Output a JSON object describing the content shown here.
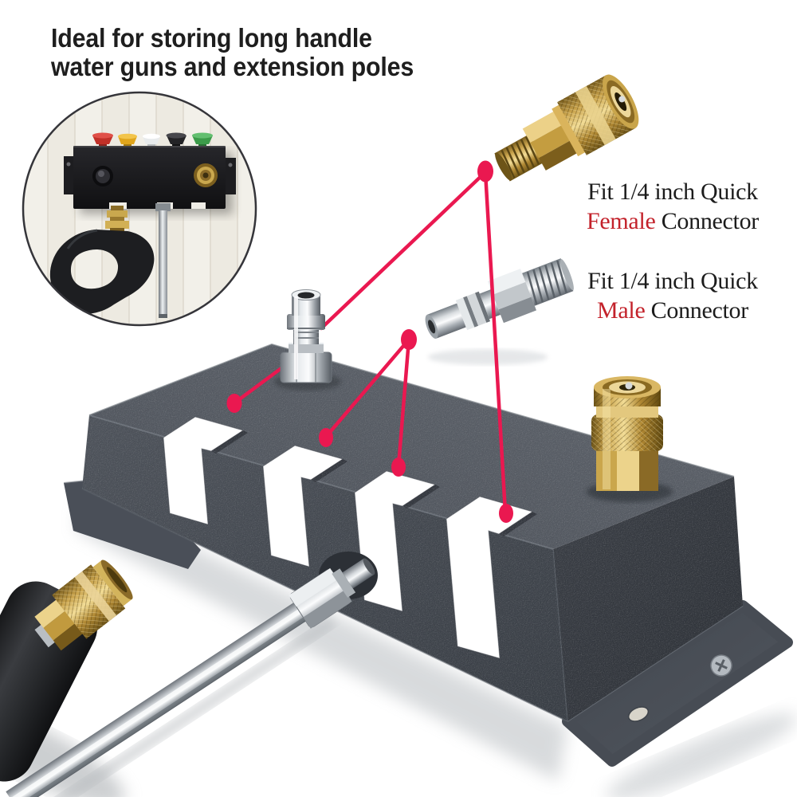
{
  "page": {
    "type": "product-image",
    "background": "#ffffff"
  },
  "headline": {
    "line1": "Ideal for storing long handle",
    "line2": "water guns and extension poles"
  },
  "captions": {
    "female": {
      "line1": "Fit 1/4 inch Quick",
      "highlight": "Female",
      "rest": " Connector"
    },
    "male": {
      "line1": "Fit 1/4 inch Quick",
      "highlight": "Male",
      "rest": " Connector"
    },
    "highlight_color": "#c3222b",
    "text_color": "#1c1c1c"
  },
  "annotations": {
    "color": "#ea1850",
    "style": "callout-lines-with-dots",
    "line_count": 5,
    "dot_count": 6
  },
  "figures": {
    "inset_photo": "wall-mounted-holder-with-spray-gun-photo",
    "top_connector": "brass-female-quick-connector",
    "middle_connector": "steel-male-quick-connector",
    "bracket": "dark-gray-storage-bracket-with-4-slots",
    "bracket_top_items": [
      "steel-male-plug",
      "brass-female-coupler"
    ],
    "bottom_items": [
      "spray-gun-grip-with-brass-coupler",
      "stainless-extension-wand"
    ],
    "nozzle_colors": [
      "#c03028",
      "#e0a51c",
      "#eceff0",
      "#232326",
      "#3c9b4a"
    ]
  },
  "colors": {
    "bracket_top": "#545962",
    "bracket_front": "#42474f",
    "bracket_side": "#32363d",
    "brass": "#c9a34c",
    "steel": "#d7dbde",
    "annotation": "#ea1850",
    "highlight_red": "#c3222b"
  }
}
